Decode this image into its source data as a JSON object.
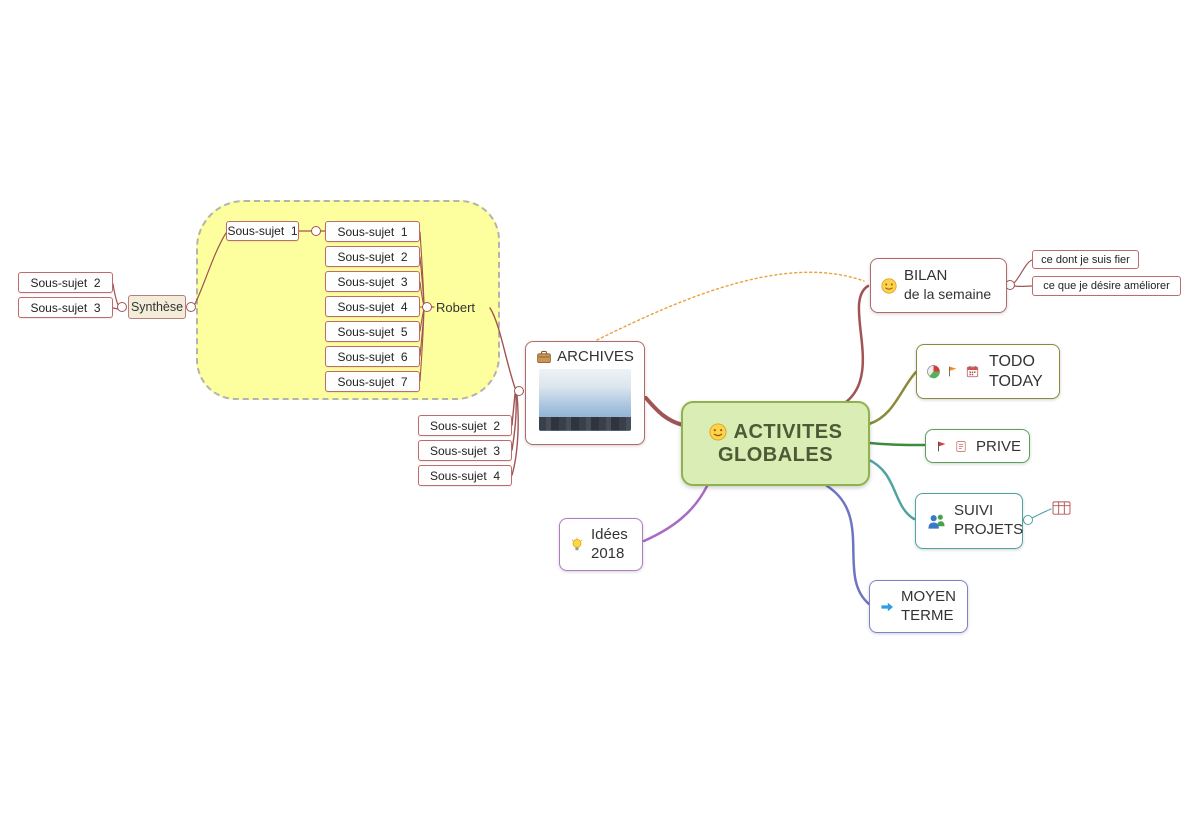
{
  "central": {
    "title_line1": "ACTIVITES",
    "title_line2": "GLOBALES"
  },
  "archives": {
    "label": "ARCHIVES"
  },
  "cloud": {
    "standalone_item": "Sous-sujet  1",
    "items": [
      "Sous-sujet  1",
      "Sous-sujet  2",
      "Sous-sujet  3",
      "Sous-sujet  4",
      "Sous-sujet  5",
      "Sous-sujet  6",
      "Sous-sujet  7"
    ],
    "robert_label": "Robert"
  },
  "left_branch": {
    "synthese_label": "Synthèse",
    "items": [
      "Sous-sujet  2",
      "Sous-sujet  3"
    ]
  },
  "archive_children": [
    "Sous-sujet  2",
    "Sous-sujet  3",
    "Sous-sujet  4"
  ],
  "idees": {
    "line1": "Idées",
    "line2": "2018"
  },
  "bilan": {
    "line1": "BILAN",
    "line2": "de la semaine",
    "children": [
      "ce dont je suis fier",
      "ce que je désire améliorer"
    ]
  },
  "todo_today": {
    "line1": "TODO",
    "line2": "TODAY"
  },
  "prive": {
    "label": "PRIVE"
  },
  "suivi_projets": {
    "line1": "SUIVI",
    "line2": "PROJETS"
  },
  "moyen_terme": {
    "line1": "MOYEN",
    "line2": "TERME"
  },
  "icons": {
    "central": "smiley-icon",
    "bilan": "smiley-icon",
    "archives": "briefcase-icon",
    "idees": "lightbulb-icon",
    "todo": [
      "timer-pie-icon",
      "orange-flag-icon",
      "calendar-icon"
    ],
    "prive": [
      "red-flag-icon",
      "note-icon"
    ],
    "suivi": "people-icon",
    "suivi_attachment": "spreadsheet-icon",
    "moyen": "blue-arrow-icon"
  },
  "colors": {
    "branch_red": "#a05454",
    "branch_olive": "#8a8a3a",
    "branch_green": "#3d8b3d",
    "branch_teal": "#4fa3a3",
    "branch_indigo": "#6f74c4",
    "branch_purple": "#a86bc4",
    "accent_orange": "#e8a33d",
    "central_fill": "#d9edb4",
    "central_border": "#8db24e",
    "cloud_fill": "#fdff9e"
  }
}
